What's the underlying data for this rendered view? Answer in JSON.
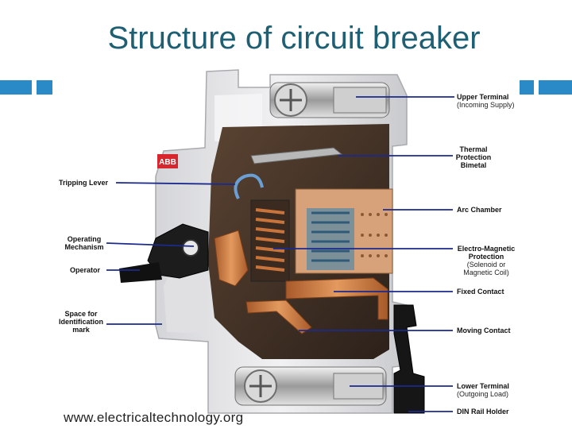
{
  "slide": {
    "title": "Structure of circuit breaker",
    "footer": "www.electricaltechnology.org",
    "brand_mark": "ABB"
  },
  "labels_left": {
    "tripping_lever": "Tripping Lever",
    "operating_mechanism": [
      "Operating",
      "Mechanism"
    ],
    "operator": "Operator",
    "identification_mark": [
      "Space for",
      "Identification",
      "mark"
    ]
  },
  "labels_right": {
    "upper_terminal": "Upper Terminal",
    "upper_terminal_note": "(Incoming Supply)",
    "thermal_protection": [
      "Thermal",
      "Protection",
      "Bimetal"
    ],
    "arc_chamber": "Arc Chamber",
    "electro_magnetic": [
      "Electro-Magnetic",
      "Protection"
    ],
    "electro_magnetic_note": [
      "(Solenoid  or",
      "Magnetic Coil)"
    ],
    "fixed_contact": "Fixed Contact",
    "moving_contact": "Moving Contact",
    "lower_terminal": "Lower Terminal",
    "lower_terminal_note": "(Outgoing Load)",
    "din_rail_holder": "DIN Rail Holder"
  },
  "colors": {
    "title": "#1f5f73",
    "accent": "#2a8ac8",
    "leader": "#1c2a8c",
    "copper": "#c8743a",
    "housing": "#e8e8ea"
  }
}
